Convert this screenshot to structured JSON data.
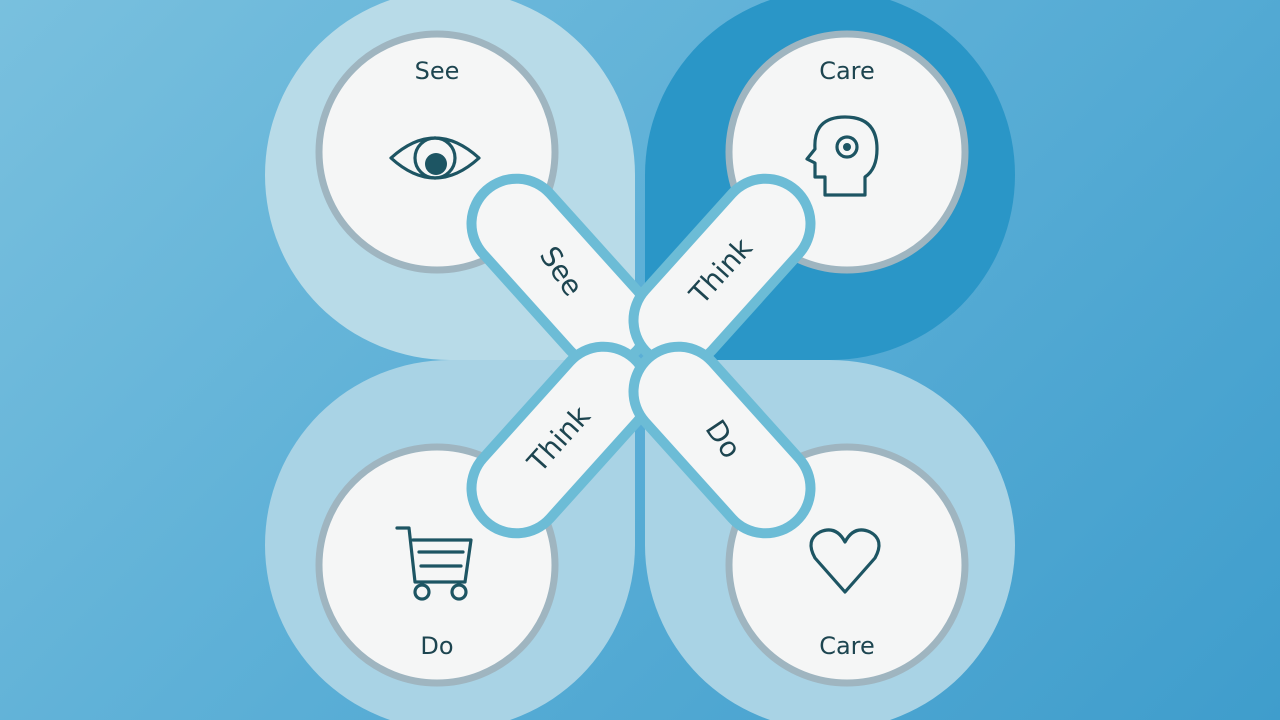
{
  "quadrants": [
    {
      "label": "See",
      "icon": "eye-icon"
    },
    {
      "label": "Care",
      "icon": "head-gear-icon"
    },
    {
      "label": "Do",
      "icon": "shopping-cart-icon"
    },
    {
      "label": "Care",
      "icon": "heart-icon"
    }
  ],
  "pills": [
    {
      "label": "See"
    },
    {
      "label": "Think"
    },
    {
      "label": "Think"
    },
    {
      "label": "Do"
    }
  ],
  "colors": {
    "petal_light": "#b8dbe8",
    "petal_dark": "#2a96c7",
    "circle_fill": "#f5f6f6",
    "circle_ring": "#9fb5c0",
    "pill_border": "#6cbcd6",
    "text": "#1d4550"
  }
}
